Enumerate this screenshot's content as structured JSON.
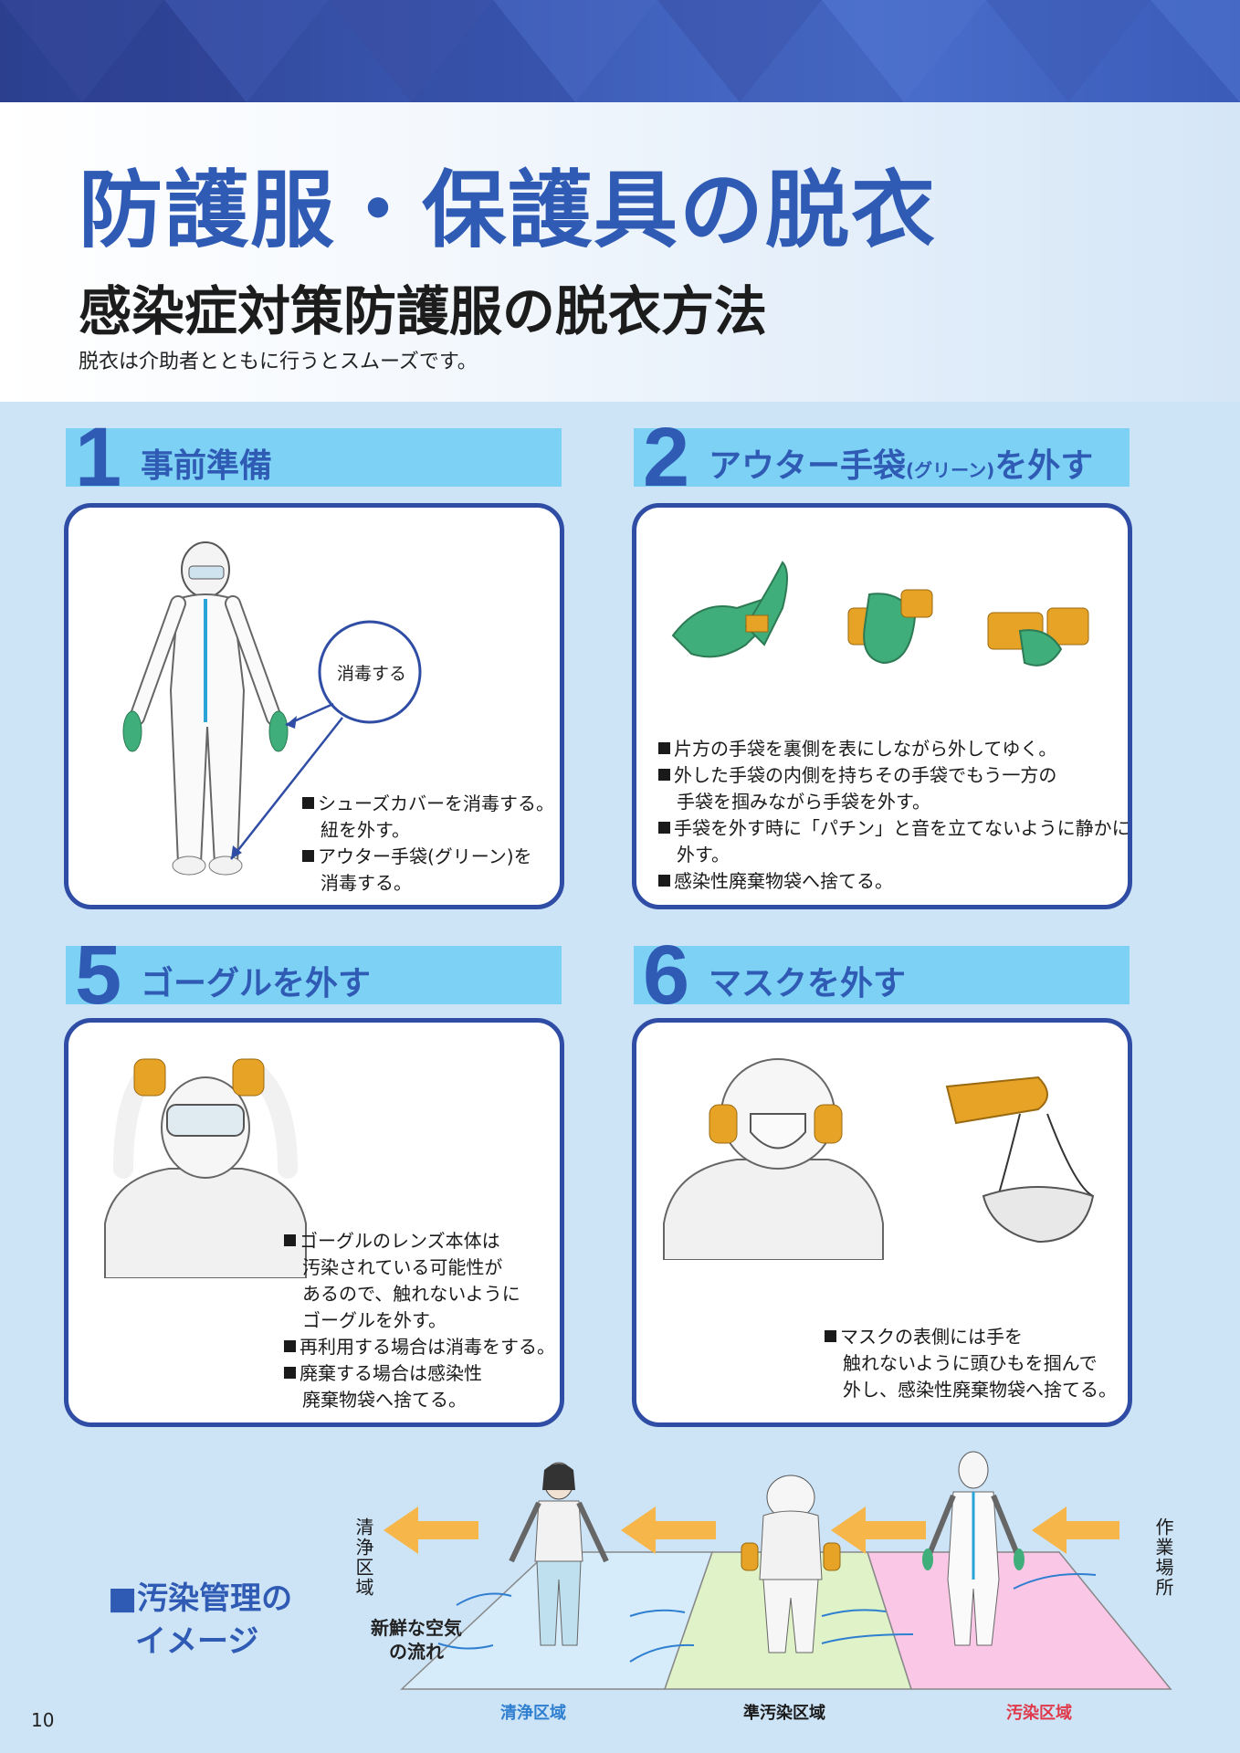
{
  "header": {
    "title": "防護服・保護具の脱衣",
    "subtitle": "感染症対策防護服の脱衣方法",
    "lead": "脱衣は介助者とともに行うとスムーズです。"
  },
  "steps": [
    {
      "num": "1",
      "title": "事前準備",
      "callout": "消毒する",
      "notes": [
        {
          "text": "シューズカバーを消毒する。",
          "cont": "紐を外す。"
        },
        {
          "text": "アウター手袋(グリーン)を",
          "cont": "消毒する。"
        }
      ]
    },
    {
      "num": "2",
      "title_main": "アウター手袋",
      "title_small": "(グリーン)",
      "title_end": "を外す",
      "notes": [
        {
          "text": "片方の手袋を裏側を表にしながら外してゆく。",
          "cont": ""
        },
        {
          "text": "外した手袋の内側を持ちその手袋でもう一方の",
          "cont": "手袋を掴みながら手袋を外す。"
        },
        {
          "text": "手袋を外す時に「パチン」と音を立てないように静かに",
          "cont": "外す。"
        },
        {
          "text": "感染性廃棄物袋へ捨てる。",
          "cont": ""
        }
      ]
    },
    {
      "num": "5",
      "title": "ゴーグルを外す",
      "notes": [
        {
          "text": "ゴーグルのレンズ本体は",
          "cont1": "汚染されている可能性が",
          "cont2": "あるので、触れないように",
          "cont3": "ゴーグルを外す。"
        },
        {
          "text": "再利用する場合は消毒をする。"
        },
        {
          "text": "廃棄する場合は感染性",
          "cont1": "廃棄物袋へ捨てる。"
        }
      ]
    },
    {
      "num": "6",
      "title": "マスクを外す",
      "notes": [
        {
          "text": "マスクの表側には手を",
          "cont1": "触れないように頭ひもを掴んで",
          "cont2": "外し、感染性廃棄物袋へ捨てる。"
        }
      ]
    }
  ],
  "contamination": {
    "title_line1": "■汚染管理の",
    "title_line2": "イメージ",
    "clean_area_vertical": "清浄区域",
    "work_area_vertical": "作業場所",
    "air_flow_line1": "新鮮な空気",
    "air_flow_line2": "の流れ",
    "zones": [
      {
        "label": "清浄区域",
        "color": "#2f7fd0"
      },
      {
        "label": "準汚染区域",
        "color": "#1a1a1a"
      },
      {
        "label": "汚染区域",
        "color": "#e03a4a"
      }
    ]
  },
  "page_number": "10",
  "colors": {
    "title_blue": "#2f5bb5",
    "heading_band": "#7dd1f4",
    "card_border": "#2f4da5",
    "glove_green": "#3fae7a",
    "glove_orange": "#e6a326",
    "arrow_orange": "#f7b64a",
    "zone_clean": "#d6ecfb",
    "zone_semi": "#dff2c8",
    "zone_dirty": "#fbc7e6"
  },
  "illustrations": [
    {
      "name": "protective-suit-person-figure"
    },
    {
      "name": "glove-removal-figure"
    },
    {
      "name": "goggle-removal-figure"
    },
    {
      "name": "mask-removal-figure"
    }
  ]
}
